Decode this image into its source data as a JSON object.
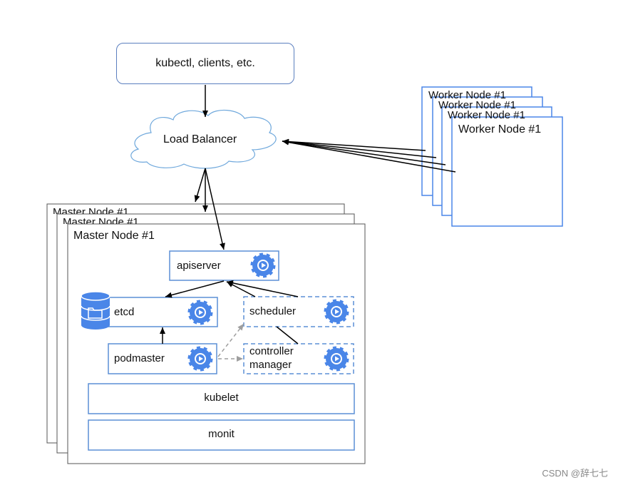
{
  "clients": {
    "label": "kubectl, clients, etc."
  },
  "load_balancer": {
    "label": "Load Balancer"
  },
  "worker_nodes": {
    "back_labels": [
      "Worker Node #1",
      "Worker Node #1",
      "Worker Node #1"
    ],
    "front_label": "Worker Node #1"
  },
  "master_nodes": {
    "back_labels": [
      "Master Node #1",
      "Master Node #1"
    ],
    "front_label": "Master Node #1"
  },
  "components": {
    "apiserver": "apiserver",
    "etcd": "etcd",
    "scheduler": "scheduler",
    "podmaster": "podmaster",
    "controller_manager_line1": "controller",
    "controller_manager_line2": "manager",
    "kubelet": "kubelet",
    "monit": "monit"
  },
  "colors": {
    "accent_blue": "#4a86e8",
    "box_border": "#5b8fd6",
    "dashed_arrow": "#9e9e9e",
    "node_border": "#555555"
  },
  "watermark": "CSDN @辞七七"
}
